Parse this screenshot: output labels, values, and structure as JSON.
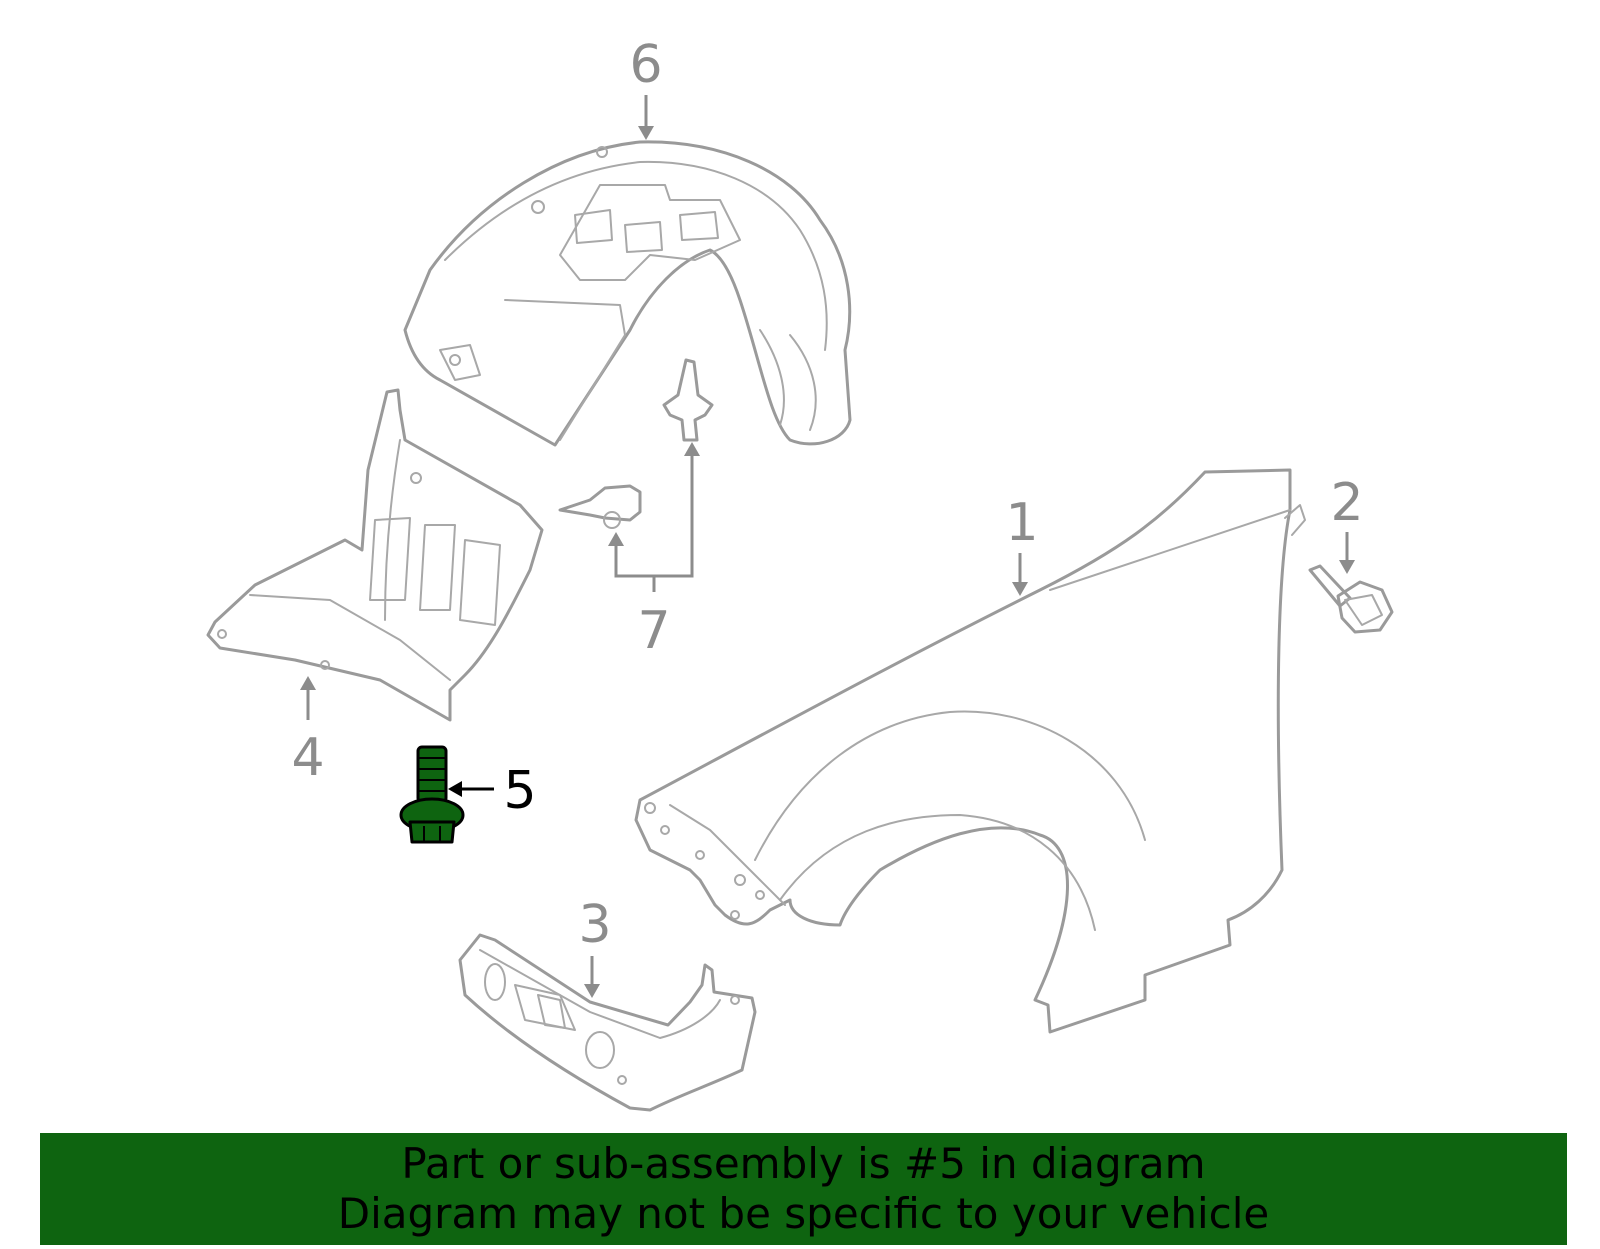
{
  "colors": {
    "highlight": "#0e6410",
    "line_gray": "#9a9a9a",
    "label_gray": "#8c8c8c",
    "background": "#ffffff"
  },
  "callouts": [
    {
      "id": "1",
      "label": "1",
      "part": "fender",
      "highlighted": false
    },
    {
      "id": "2",
      "label": "2",
      "part": "bolt",
      "highlighted": false
    },
    {
      "id": "3",
      "label": "3",
      "part": "bracket",
      "highlighted": false
    },
    {
      "id": "4",
      "label": "4",
      "part": "splash shield",
      "highlighted": false
    },
    {
      "id": "5",
      "label": "5",
      "part": "bolt",
      "highlighted": true
    },
    {
      "id": "6",
      "label": "6",
      "part": "fender liner",
      "highlighted": false
    },
    {
      "id": "7",
      "label": "7",
      "part": "clips",
      "highlighted": false
    }
  ],
  "banner": {
    "line1": "Part or sub-assembly is #5 in diagram",
    "line2": "Diagram may not be specific to your vehicle"
  }
}
